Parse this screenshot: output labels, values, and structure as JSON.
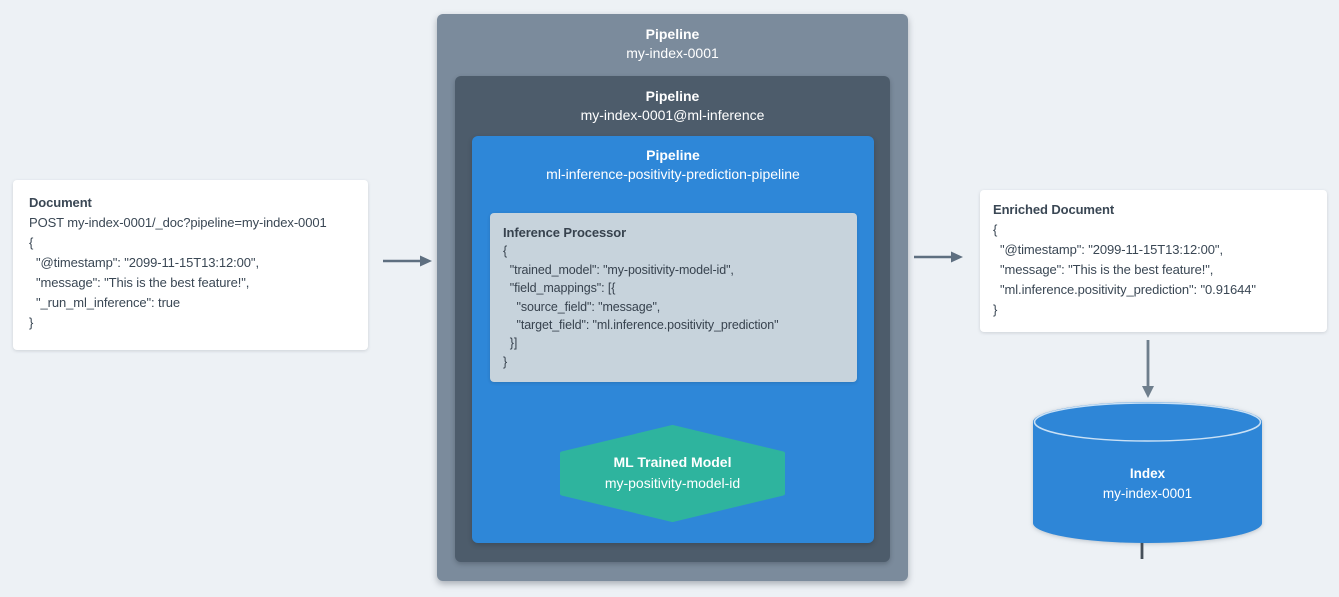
{
  "colors": {
    "page_bg": "#EDF1F5",
    "card_bg": "#FFFFFF",
    "text_dark": "#3A4754",
    "text_light": "#FFFFFF",
    "pipeline_outer": "#7B8B9C",
    "pipeline_middle": "#4D5C6B",
    "pipeline_inner": "#2E87D8",
    "processor_bg": "#C7D3DC",
    "model_fill": "#2EB49E",
    "index_fill": "#2E86D7",
    "arrow": "#5E6F80",
    "arrow_dark": "#454F59",
    "arrow_down": "#6E7E8C"
  },
  "icons": {
    "flow_left": "arrow-right",
    "flow_right": "arrow-right",
    "model": "arrow-up",
    "index": "arrow-down"
  },
  "document_card": {
    "title": "Document",
    "lines": [
      "POST my-index-0001/_doc?pipeline=my-index-0001",
      "{",
      "  \"@timestamp\": \"2099-11-15T13:12:00\",",
      "  \"message\": \"This is the best feature!\",",
      "  \"_run_ml_inference\": true",
      "}"
    ]
  },
  "pipeline_outer": {
    "label": "Pipeline",
    "name": "my-index-0001"
  },
  "pipeline_middle": {
    "label": "Pipeline",
    "name": "my-index-0001@ml-inference"
  },
  "pipeline_inner": {
    "label": "Pipeline",
    "name": "ml-inference-positivity-prediction-pipeline"
  },
  "processor": {
    "title": "Inference Processor",
    "lines": [
      "{",
      "  \"trained_model\": \"my-positivity-model-id\",",
      "  \"field_mappings\": [{",
      "    \"source_field\": \"message\",",
      "    \"target_field\": \"ml.inference.positivity_prediction\"",
      "  }]",
      "}"
    ]
  },
  "model": {
    "title": "ML Trained Model",
    "name": "my-positivity-model-id"
  },
  "enriched_card": {
    "title": "Enriched Document",
    "lines": [
      "{",
      "  \"@timestamp\": \"2099-11-15T13:12:00\",",
      "  \"message\": \"This is the best feature!\",",
      "  \"ml.inference.positivity_prediction\": \"0.91644\"",
      "}"
    ]
  },
  "index": {
    "title": "Index",
    "name": "my-index-0001"
  }
}
